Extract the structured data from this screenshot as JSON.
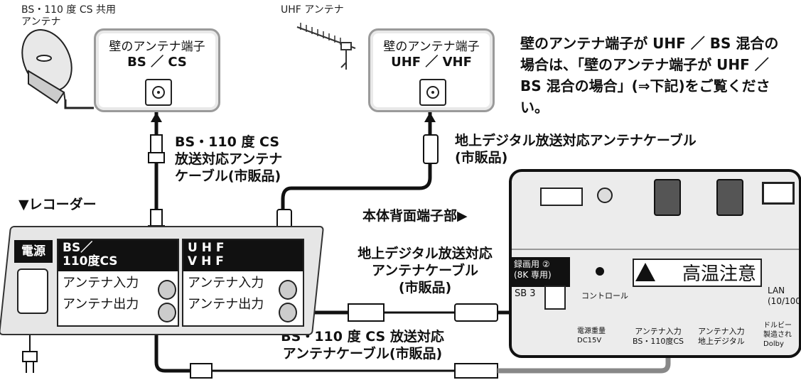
{
  "labels": {
    "bs_antenna": "BS・110 度 CS 共用\nアンテナ",
    "uhf_antenna": "UHF アンテナ",
    "wall_bs_title": "壁のアンテナ端子",
    "wall_bs_sub": "BS ／ CS",
    "wall_uhf_title": "壁のアンテナ端子",
    "wall_uhf_sub": "UHF ／ VHF",
    "note_text": "壁のアンテナ端子が UHF ／ BS 混合の場合は、「壁のアンテナ端子が UHF ／ BS 混合の場合」(⇒",
    "note_bold": "下記",
    "note_end": ")をご覧ください。",
    "cable_bs_top": "BS・110 度 CS\n放送対応アンテナ\nケーブル(市販品)",
    "cable_uhf_top": "地上デジタル放送対応アンテナケーブル\n(市販品)",
    "recorder": "▼レコーダー",
    "rear_panel": "本体背面端子部▶",
    "cable_uhf_mid": "地上デジタル放送対応\nアンテナケーブル\n(市販品)",
    "cable_bs_bottom": "BS・110 度 CS 放送対応\nアンテナケーブル(市販品)",
    "power": "電源",
    "bs_box": "BS／\n110度CS",
    "uhf_box": "U H F\nV H F",
    "ant_in": "アンテナ入力",
    "ant_out": "アンテナ出力",
    "rec2": "録画用 ②\n(8K 専用)",
    "sb3": "SB 3",
    "control": "コントロール",
    "hot": "高温注意",
    "lan": "LAN\n(10/100",
    "power_weight": "電源重量\nDC15V",
    "rp_ant_bs": "アンテナ入力\nBS・110度CS",
    "rp_ant_terr": "アンテナ入力\n地上デジタル",
    "dolby": "ドルビー\n製造され\nDolby"
  }
}
